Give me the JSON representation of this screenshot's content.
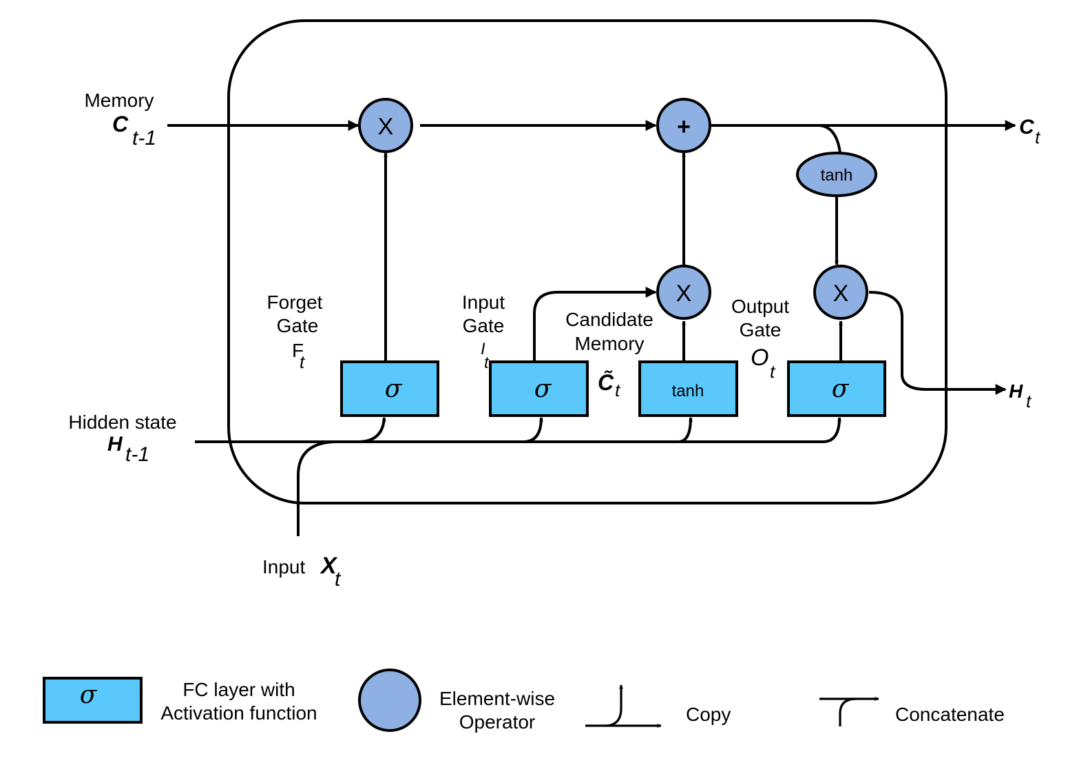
{
  "inputs": {
    "memory_label": "Memory",
    "memory_var": "C",
    "memory_sub": "t-1",
    "hidden_label": "Hidden state",
    "hidden_var": "H",
    "hidden_sub": "t-1",
    "input_label": "Input",
    "input_var": "X",
    "input_sub": "t"
  },
  "outputs": {
    "c_var": "C",
    "c_sub": "t",
    "h_var": "H",
    "h_sub": "t"
  },
  "gates": {
    "forget": {
      "line1": "Forget",
      "line2": "Gate",
      "var": "F",
      "sub": "t",
      "symbol": "σ"
    },
    "input": {
      "line1": "Input",
      "line2": "Gate",
      "var": "I",
      "sub": "t",
      "symbol": "σ"
    },
    "candidate": {
      "line1": "Candidate",
      "line2": "Memory",
      "var": "C̃",
      "sub": "t",
      "symbol": "tanh"
    },
    "output": {
      "line1": "Output",
      "line2": "Gate",
      "var": "O",
      "sub": "t",
      "symbol": "σ"
    }
  },
  "operators": {
    "forget_mult": "X",
    "memory_add": "+",
    "input_mult": "X",
    "output_mult": "X",
    "output_tanh": "tanh"
  },
  "legend": {
    "fc_symbol": "σ",
    "fc_line1": "FC layer with",
    "fc_line2": "Activation function",
    "op_line1": "Element-wise",
    "op_line2": "Operator",
    "copy": "Copy",
    "concatenate": "Concatenate"
  },
  "colors": {
    "fc_fill": "#5ac8fa",
    "operator_fill": "#8fb0e2"
  }
}
